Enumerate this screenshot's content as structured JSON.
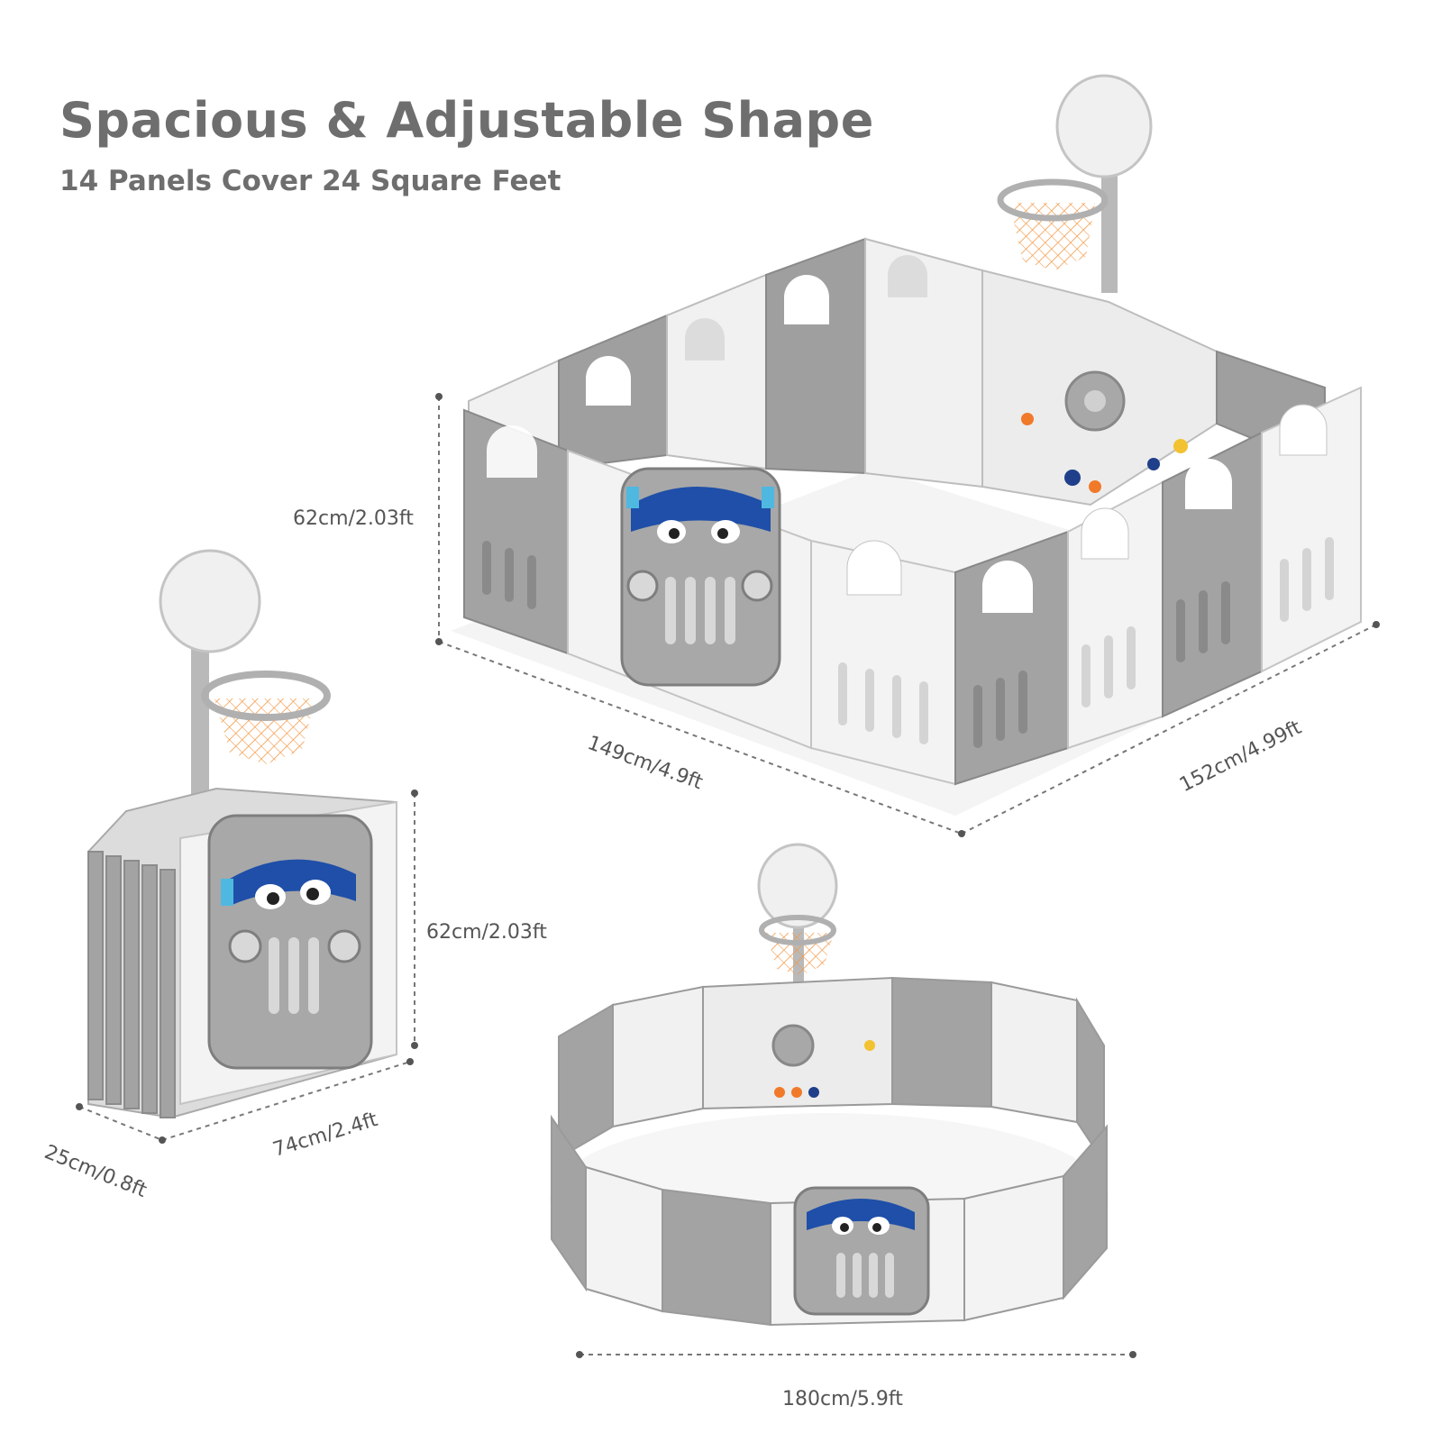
{
  "header": {
    "title": "Spacious & Adjustable Shape",
    "subtitle": "14 Panels Cover 24 Square Feet"
  },
  "assembled_view": {
    "height_label": "62cm/2.03ft",
    "length_label": "149cm/4.9ft",
    "width_label": "152cm/4.99ft"
  },
  "folded_view": {
    "height_label": "62cm/2.03ft",
    "width_label": "74cm/2.4ft",
    "depth_label": "25cm/0.8ft"
  },
  "round_view": {
    "diameter_label": "180cm/5.9ft"
  },
  "colors": {
    "panel_gray": "#9c9c9c",
    "panel_white": "#f2f2f2",
    "accent_blue": "#1f4fa8",
    "accent_orange": "#f07a2a",
    "accent_yellow": "#f2c230",
    "hoop_orange": "#f29a4a"
  }
}
